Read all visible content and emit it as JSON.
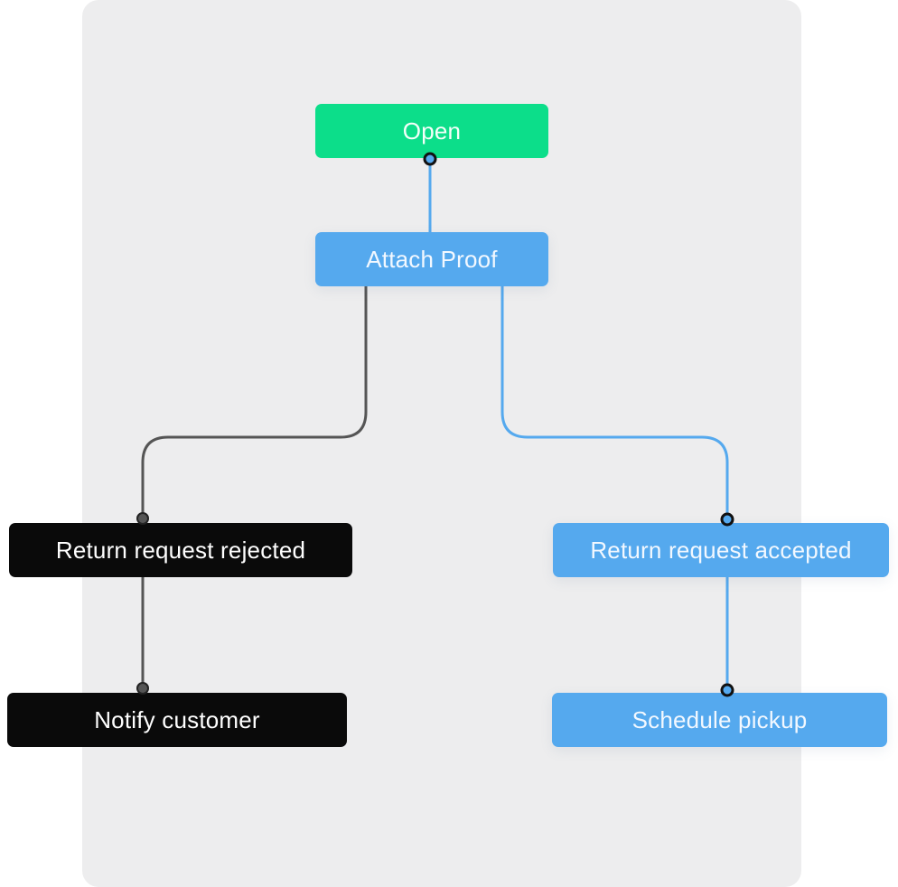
{
  "colors": {
    "panel_background": "#ededee",
    "status_green": "#0cde8a",
    "status_blue": "#55a9ee",
    "status_black": "#0a0a0a",
    "connector_dark": "#555555",
    "connector_blue": "#55a9ee"
  },
  "nodes": {
    "open": {
      "label": "Open",
      "color": "#0cde8a"
    },
    "attach_proof": {
      "label": "Attach Proof",
      "color": "#55a9ee"
    },
    "return_rejected": {
      "label": "Return request rejected",
      "color": "#0a0a0a"
    },
    "return_accepted": {
      "label": "Return request accepted",
      "color": "#55a9ee"
    },
    "notify_customer": {
      "label": "Notify customer",
      "color": "#0a0a0a"
    },
    "schedule_pickup": {
      "label": "Schedule pickup",
      "color": "#55a9ee"
    }
  },
  "edges": [
    {
      "from": "open",
      "to": "attach_proof",
      "color": "#55a9ee"
    },
    {
      "from": "attach_proof",
      "to": "return_rejected",
      "color": "#555555"
    },
    {
      "from": "attach_proof",
      "to": "return_accepted",
      "color": "#55a9ee"
    },
    {
      "from": "return_rejected",
      "to": "notify_customer",
      "color": "#555555"
    },
    {
      "from": "return_accepted",
      "to": "schedule_pickup",
      "color": "#55a9ee"
    }
  ]
}
